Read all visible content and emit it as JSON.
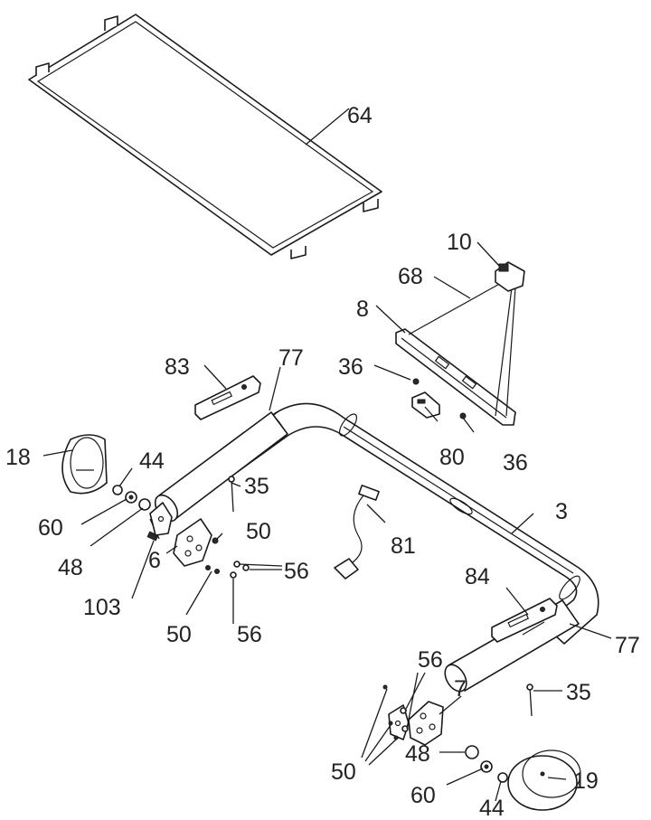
{
  "callouts": {
    "c64": "64",
    "c10": "10",
    "c68": "68",
    "c8": "8",
    "c83": "83",
    "c77a": "77",
    "c36a": "36",
    "c36b": "36",
    "c80": "80",
    "c18": "18",
    "c44a": "44",
    "c35a": "35",
    "c60a": "60",
    "c50a": "50",
    "c48a": "48",
    "c6": "6",
    "c56a": "56",
    "c81": "81",
    "c3": "3",
    "c103": "103",
    "c50b": "50",
    "c56b": "56",
    "c84": "84",
    "c77b": "77",
    "c56c": "56",
    "c7": "7",
    "c35b": "35",
    "c48b": "48",
    "c50c": "50",
    "c60b": "60",
    "c19": "19",
    "c44b": "44"
  }
}
